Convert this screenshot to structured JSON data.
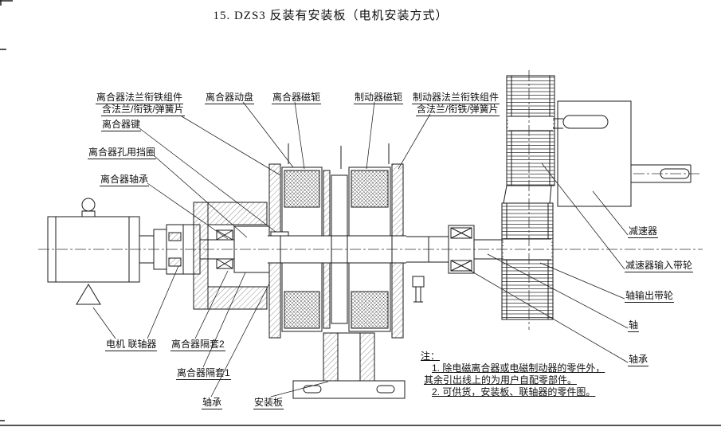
{
  "colors": {
    "ink": "#1a1a1a",
    "background": "#ffffff"
  },
  "title": "15. DZS3 反装有安装板（电机安装方式）",
  "labels": {
    "clutch_flange_armature": "离合器法兰衔铁组件",
    "clutch_flange_armature_sub": "含法兰/衔铁/弹簧片",
    "clutch_key": "离合器键",
    "clutch_bore_ring": "离合器孔用挡圈",
    "clutch_bearing": "离合器轴承",
    "clutch_disc": "离合器动盘",
    "clutch_yoke": "离合器磁轭",
    "brake_yoke": "制动器磁轭",
    "brake_flange_armature": "制动器法兰衔铁组件",
    "brake_flange_armature_sub": "含法兰/衔铁/弹簧片",
    "reducer": "减速器",
    "reducer_input_pulley": "减速器输入带轮",
    "shaft_output_pulley": "轴输出带轮",
    "shaft": "轴",
    "bearing_right": "轴承",
    "motor_coupling": "电机 联轴器",
    "clutch_spacer_2": "离合器隔套2",
    "clutch_spacer_1": "离合器隔套1",
    "bearing_bottom": "轴承",
    "mounting_plate": "安装板"
  },
  "notes": {
    "header": "注：",
    "line1": "1. 除电磁离合器或电磁制动器的零件外，",
    "line2": "其余引出线上的为用户自配零部件。",
    "line3": "2. 可供货，安装板、联轴器的零件图。"
  }
}
